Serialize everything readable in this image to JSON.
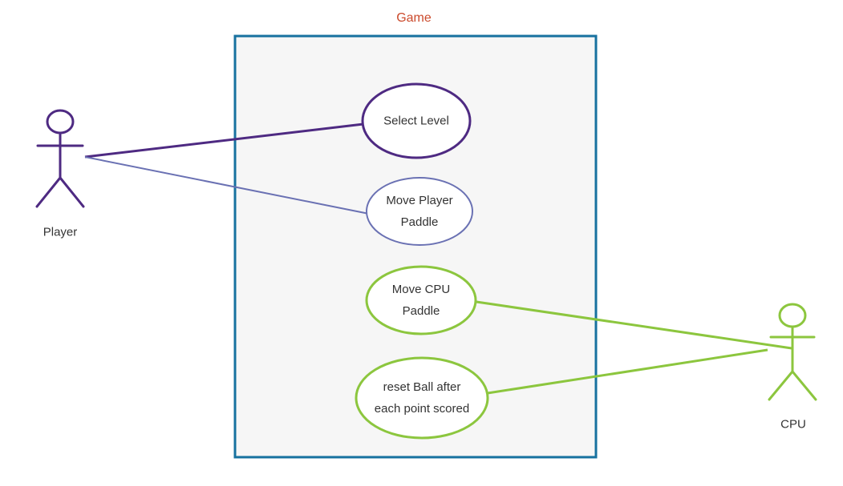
{
  "diagram": {
    "type": "UML use case diagram",
    "title": "Game",
    "use_cases": [
      {
        "label": "Select Level",
        "border_color": "#4e2a82"
      },
      {
        "label": "Move Player Paddle",
        "border_color": "#6a71b3"
      },
      {
        "label": "Move CPU Paddle",
        "border_color": "#8cc63e"
      },
      {
        "label": "reset Ball after each point scored",
        "border_color": "#8cc63e"
      }
    ],
    "actors": [
      {
        "label": "Player",
        "color": "#4e2a82"
      },
      {
        "label": "CPU",
        "color": "#8cc63e"
      }
    ],
    "associations": [
      {
        "from": "Player",
        "to": "Select Level",
        "color": "#4e2a82"
      },
      {
        "from": "Player",
        "to": "Move Player Paddle",
        "color": "#6a71b3"
      },
      {
        "from": "CPU",
        "to": "Move CPU Paddle",
        "color": "#8cc63e"
      },
      {
        "from": "CPU",
        "to": "reset Ball after each point scored",
        "color": "#8cc63e"
      }
    ],
    "colors": {
      "title": "#cb4a2c",
      "boundary_border": "#17719f",
      "boundary_fill": "#f6f6f6",
      "usecase_fill": "#ffffff",
      "label_text": "#333333",
      "background": "#ffffff"
    }
  }
}
